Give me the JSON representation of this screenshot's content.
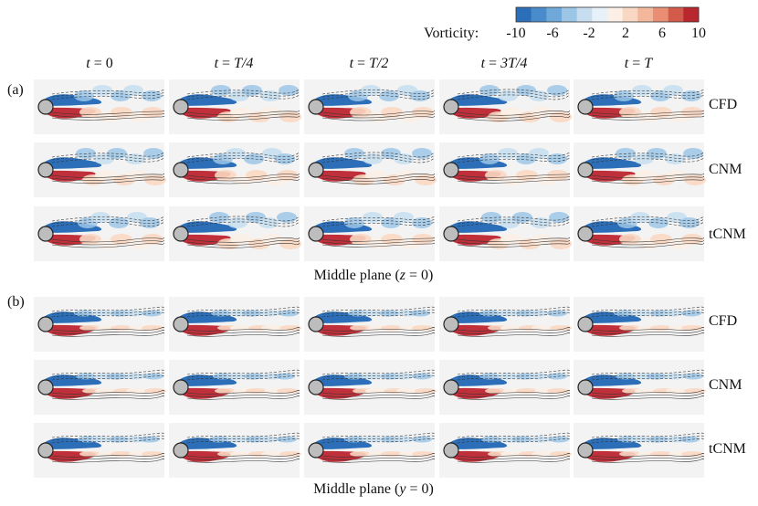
{
  "colorbar": {
    "label": "Vorticity:",
    "ticks": [
      "-10",
      "-6",
      "-2",
      "2",
      "6",
      "10"
    ],
    "colors": [
      "#2c6fb8",
      "#4a8ccb",
      "#6fa8d9",
      "#9cc6e6",
      "#c6def0",
      "#e8f1f8",
      "#fbefe6",
      "#f9d8c3",
      "#f3b89b",
      "#e78e73",
      "#d25b4c",
      "#b8262e"
    ]
  },
  "columns": [
    {
      "prefix": "t",
      "value": "0"
    },
    {
      "prefix": "t",
      "value": "T/4"
    },
    {
      "prefix": "t",
      "value": "T/2"
    },
    {
      "prefix": "t",
      "value": "3T/4"
    },
    {
      "prefix": "t",
      "value": "T"
    }
  ],
  "panels": [
    {
      "tag": "(a)",
      "rows": [
        "CFD",
        "CNM",
        "tCNM"
      ],
      "caption": {
        "pre": "Middle plane (",
        "var": "z",
        "post": " = 0)"
      }
    },
    {
      "tag": "(b)",
      "rows": [
        "CFD",
        "CNM",
        "tCNM"
      ],
      "caption": {
        "pre": "Middle plane (",
        "var": "y",
        "post": " = 0)"
      }
    }
  ]
}
